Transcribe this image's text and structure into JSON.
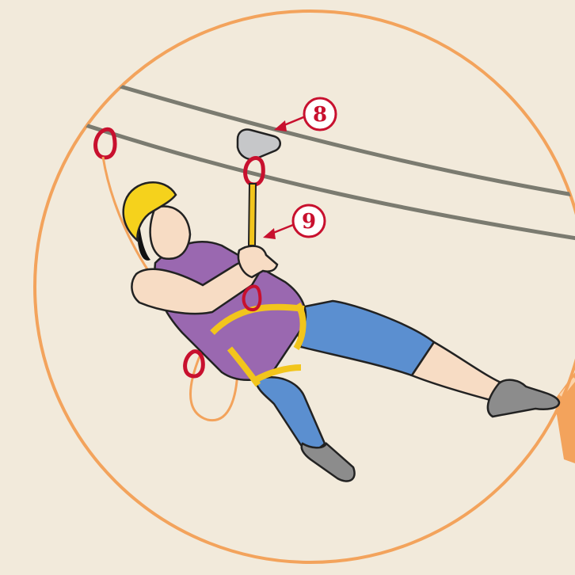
{
  "diagram": {
    "callouts": [
      {
        "label": "8",
        "refers_to": "pulley"
      },
      {
        "label": "9",
        "refers_to": "lanyard"
      }
    ]
  },
  "colors": {
    "background": "#f2eadb",
    "magnifier_ring": "#f3a35c",
    "cable": "#7b7b70",
    "callout_red": "#c8102e",
    "harness_yellow": "#f2c51c",
    "helmet_yellow": "#f5d21c",
    "shirt_purple": "#9a68b0",
    "pants_blue": "#5b8fd0",
    "skin": "#f7dcc4",
    "shoes_gray": "#8c8c8c",
    "pulley_gray": "#c6c7c9"
  }
}
